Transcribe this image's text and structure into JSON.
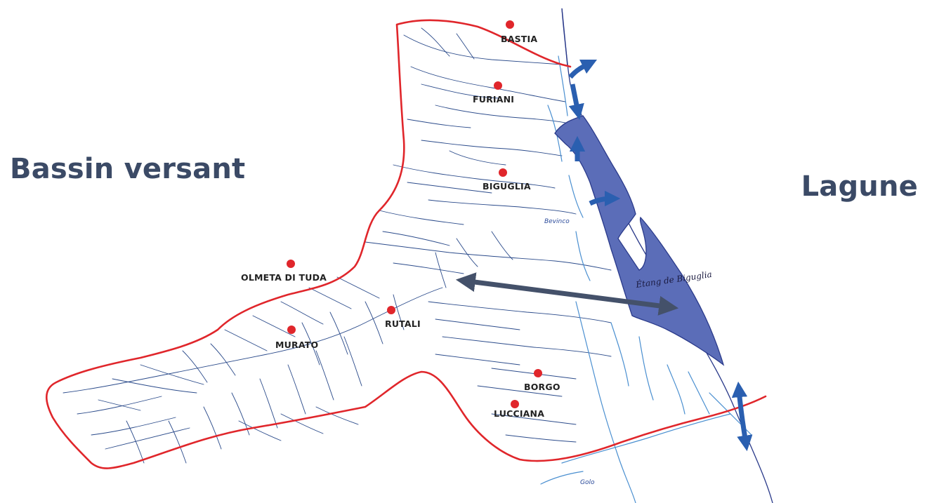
{
  "labels": {
    "left": "Bassin versant",
    "right": "Lagune"
  },
  "towns": [
    {
      "name": "BASTIA"
    },
    {
      "name": "FURIANI"
    },
    {
      "name": "BIGUGLIA"
    },
    {
      "name": "OLMETA DI TUDA"
    },
    {
      "name": "RUTALI"
    },
    {
      "name": "MURATO"
    },
    {
      "name": "BORGO"
    },
    {
      "name": "LUCCIANA"
    }
  ],
  "rivers": {
    "bevinco": "Bevinco",
    "golo": "Golo"
  },
  "lagoon_label": "Étang de Biguglia",
  "colors": {
    "heading": "#3b4a66",
    "watershed_boundary": "#e0262b",
    "lagoon_fill": "#5b6db8",
    "lagoon_stroke": "#2a3a8a",
    "rivers": "#2a4a8a",
    "rivers_light": "#4a8fd0",
    "town_dot": "#e0262b",
    "flow_arrows": "#2a5fb0",
    "link_arrow": "#44516a"
  }
}
